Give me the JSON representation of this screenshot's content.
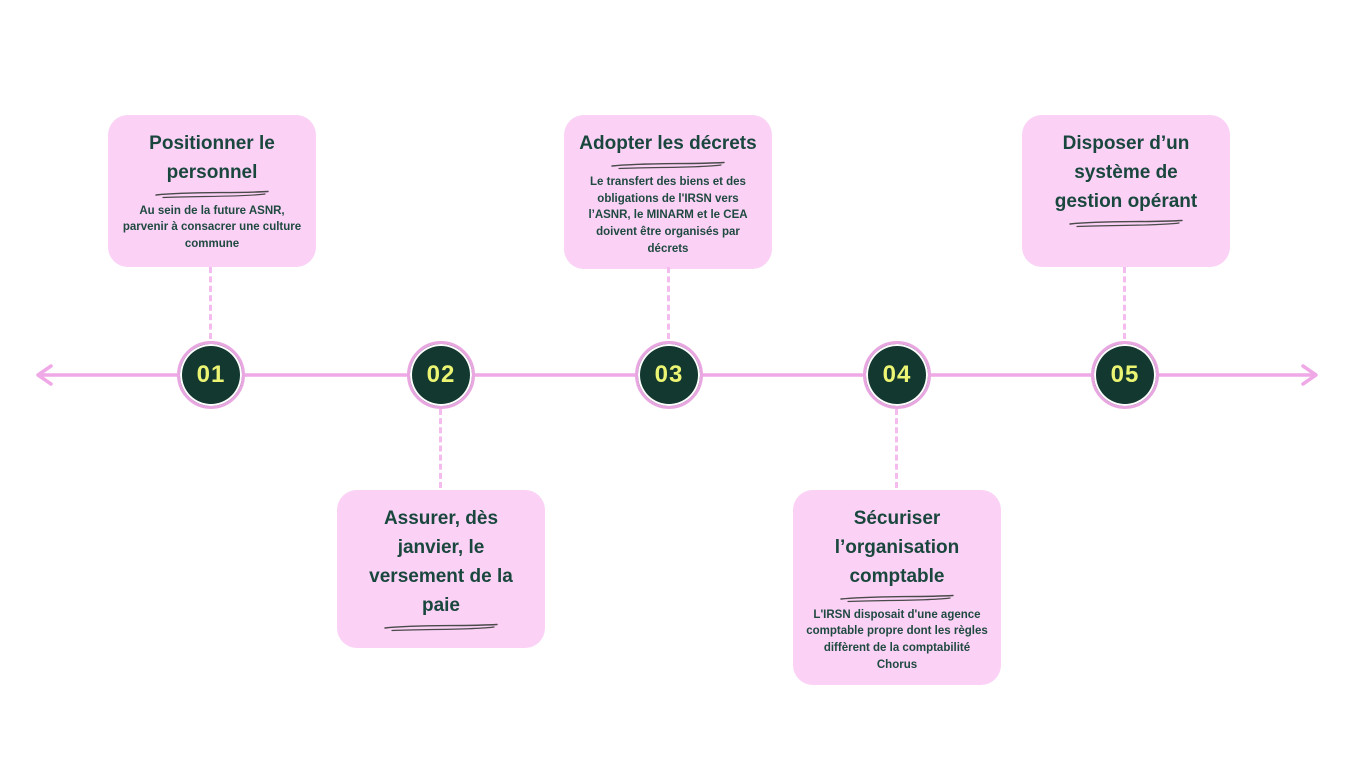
{
  "colors": {
    "background": "#ffffff",
    "card_background": "#fbd1f6",
    "title_text": "#1a473d",
    "body_text": "#1f4a40",
    "node_fill": "#123830",
    "node_ring": "#e9a7e1",
    "node_number": "#ebf573",
    "axis_line": "#efa9e6",
    "connector_dashed": "#f4bcee",
    "underline": "#4a4a4a"
  },
  "timeline": {
    "milestones": [
      {
        "number": "01",
        "position": "top",
        "title": "Positionner le personnel",
        "body": "Au sein de la future ASNR, parvenir à consacrer une culture commune"
      },
      {
        "number": "02",
        "position": "bottom",
        "title": "Assurer, dès janvier, le versement de la paie",
        "body": ""
      },
      {
        "number": "03",
        "position": "top",
        "title": "Adopter les décrets",
        "body": "Le transfert des biens et des obligations de l'IRSN vers l’ASNR, le MINARM et le CEA doivent être organisés par décrets"
      },
      {
        "number": "04",
        "position": "bottom",
        "title": "Sécuriser l’organisation comptable",
        "body": "L'IRSN disposait d'une agence comptable propre dont les règles diffèrent de la comptabilité Chorus"
      },
      {
        "number": "05",
        "position": "top",
        "title": "Disposer d’un système de gestion opérant",
        "body": ""
      }
    ]
  }
}
